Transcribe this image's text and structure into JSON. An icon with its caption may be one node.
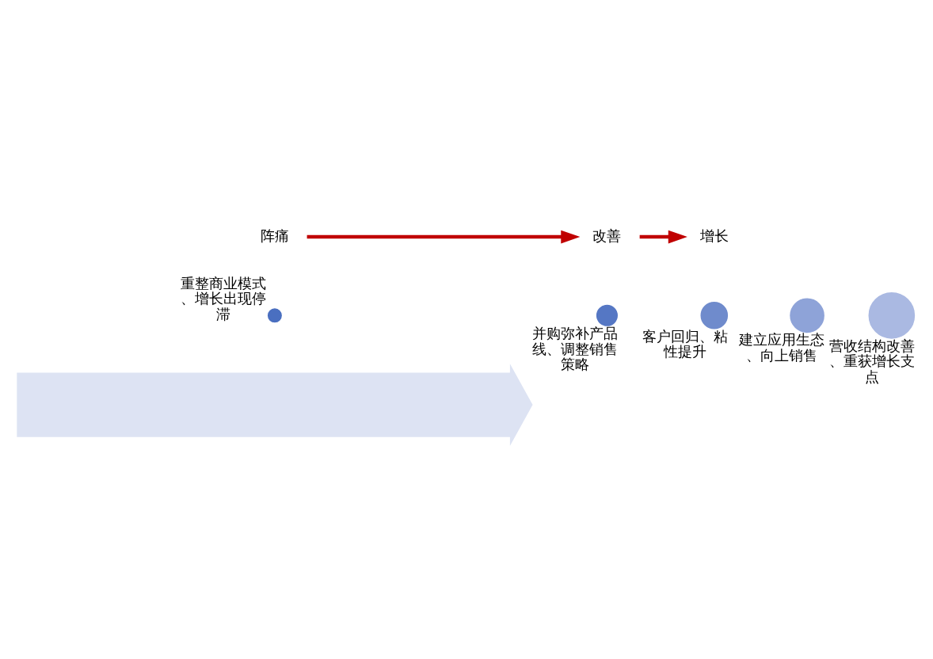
{
  "diagram": {
    "nodes": [
      {
        "text": [],
        "shape": "arrow"
      },
      {
        "text": [],
        "shape": "circle",
        "beside": [
          "重整商业模式、增长出现停滞"
        ]
      },
      {
        "text": [],
        "shape": "circle",
        "beside": [
          "并购弥补产品线、调整销售策略"
        ]
      },
      {
        "text": [],
        "shape": "circle",
        "beside": [
          "客户回归、粘性提升"
        ]
      },
      {
        "text": [],
        "shape": "circle",
        "beside": [
          "建立应用生态、向上销售"
        ]
      },
      {
        "text": [],
        "shape": "circle",
        "beside": [
          "营收结构改善、重获增长支点"
        ]
      },
      {
        "text": [
          "阵痛"
        ]
      },
      {
        "text": [
          "改善"
        ]
      },
      {
        "text": [
          "增长"
        ]
      }
    ],
    "edges": [
      {
        "from": 6,
        "to": 7,
        "arrow": "to",
        "color": "#c00000"
      },
      {
        "from": 7,
        "to": 8,
        "arrow": "to",
        "color": "#c00000"
      }
    ]
  }
}
